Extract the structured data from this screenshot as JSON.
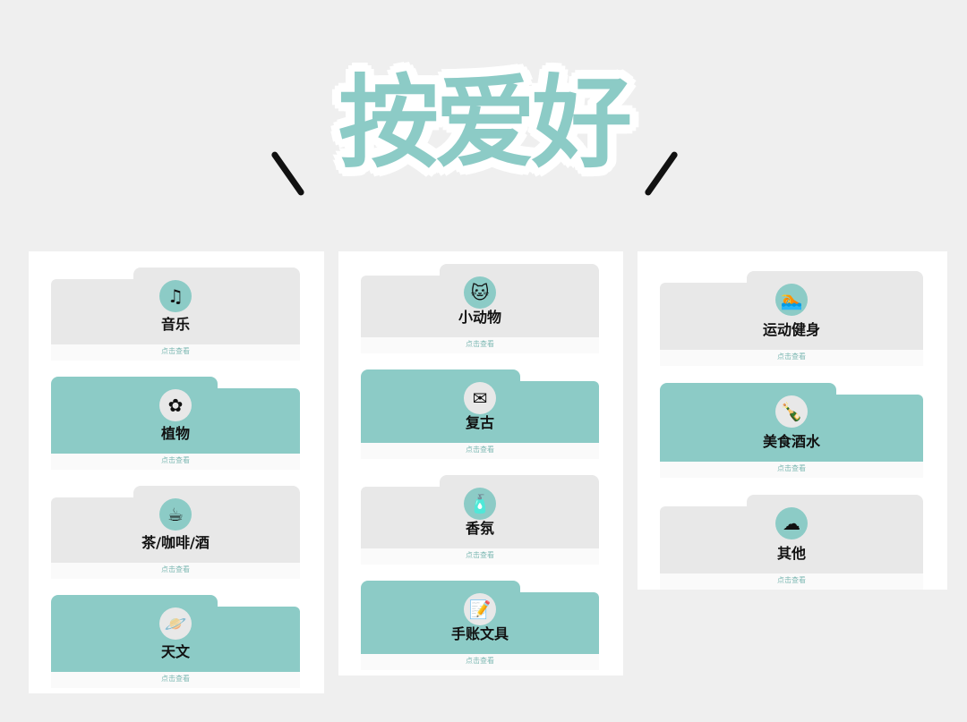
{
  "header": {
    "title": "按爱好"
  },
  "cta": "点击查看",
  "columns": [
    {
      "items": [
        {
          "label": "音乐",
          "icon": "music-note-icon",
          "glyph": "♫",
          "style": "grey"
        },
        {
          "label": "植物",
          "icon": "plant-vase-icon",
          "glyph": "✿",
          "style": "teal"
        },
        {
          "label": "茶/咖啡/酒",
          "icon": "coffee-cup-icon",
          "glyph": "☕",
          "style": "grey"
        },
        {
          "label": "天文",
          "icon": "planet-icon",
          "glyph": "🪐",
          "style": "teal"
        }
      ]
    },
    {
      "items": [
        {
          "label": "小动物",
          "icon": "cat-icon",
          "glyph": "🐱",
          "style": "grey"
        },
        {
          "label": "复古",
          "icon": "envelope-icon",
          "glyph": "✉",
          "style": "teal"
        },
        {
          "label": "香氛",
          "icon": "diffuser-icon",
          "glyph": "🧴",
          "style": "grey"
        },
        {
          "label": "手账文具",
          "icon": "notepad-icon",
          "glyph": "📝",
          "style": "teal"
        }
      ]
    },
    {
      "items": [
        {
          "label": "运动健身",
          "icon": "swimmer-icon",
          "glyph": "🏊",
          "style": "grey"
        },
        {
          "label": "美食酒水",
          "icon": "bottle-food-icon",
          "glyph": "🍾",
          "style": "teal"
        },
        {
          "label": "其他",
          "icon": "cloud-icon",
          "glyph": "☁",
          "style": "grey"
        }
      ]
    }
  ]
}
